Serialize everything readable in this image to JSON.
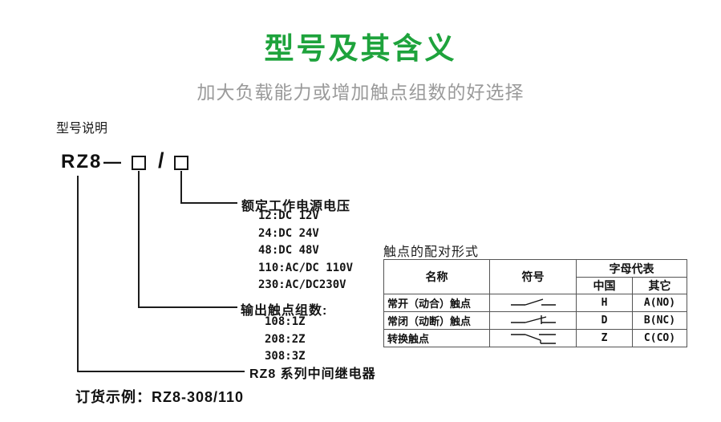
{
  "colors": {
    "title_green": "#1ea33c",
    "subtitle_gray": "#9a9a9a",
    "line_black": "#1c1c1c"
  },
  "header": {
    "title": "型号及其含义",
    "subtitle": "加大负载能力或增加触点组数的好选择"
  },
  "model": {
    "section_label": "型号说明",
    "prefix": "RZ8",
    "dash": "—",
    "slash": "/",
    "voltage_group": {
      "title": "额定工作电源电压",
      "options": [
        "12:DC 12V",
        "24:DC 24V",
        "48:DC 48V",
        "110:AC/DC 110V",
        "230:AC/DC230V"
      ]
    },
    "contact_group": {
      "title": "输出触点组数:",
      "options": [
        "108:1Z",
        "208:2Z",
        "308:3Z"
      ]
    },
    "series_label": "RZ8 系列中间继电器",
    "order_example": "订货示例：RZ8-308/110"
  },
  "icons": {
    "box1": "model-contact-code-placeholder-box",
    "box2": "model-voltage-code-placeholder-box",
    "row_symbols": [
      "normally-open-contact-symbol",
      "normally-closed-contact-symbol",
      "changeover-contact-symbol"
    ]
  },
  "contact_table": {
    "title": "触点的配对形式",
    "headers": {
      "name": "名称",
      "symbol": "符号",
      "letter_group": "字母代表",
      "china": "中国",
      "other": "其它"
    },
    "rows": [
      {
        "name": "常开（动合）触点",
        "china": "H",
        "other": "A(NO)"
      },
      {
        "name": "常闭（动断）触点",
        "china": "D",
        "other": "B(NC)"
      },
      {
        "name": "转换触点",
        "china": "Z",
        "other": "C(CO)"
      }
    ]
  }
}
